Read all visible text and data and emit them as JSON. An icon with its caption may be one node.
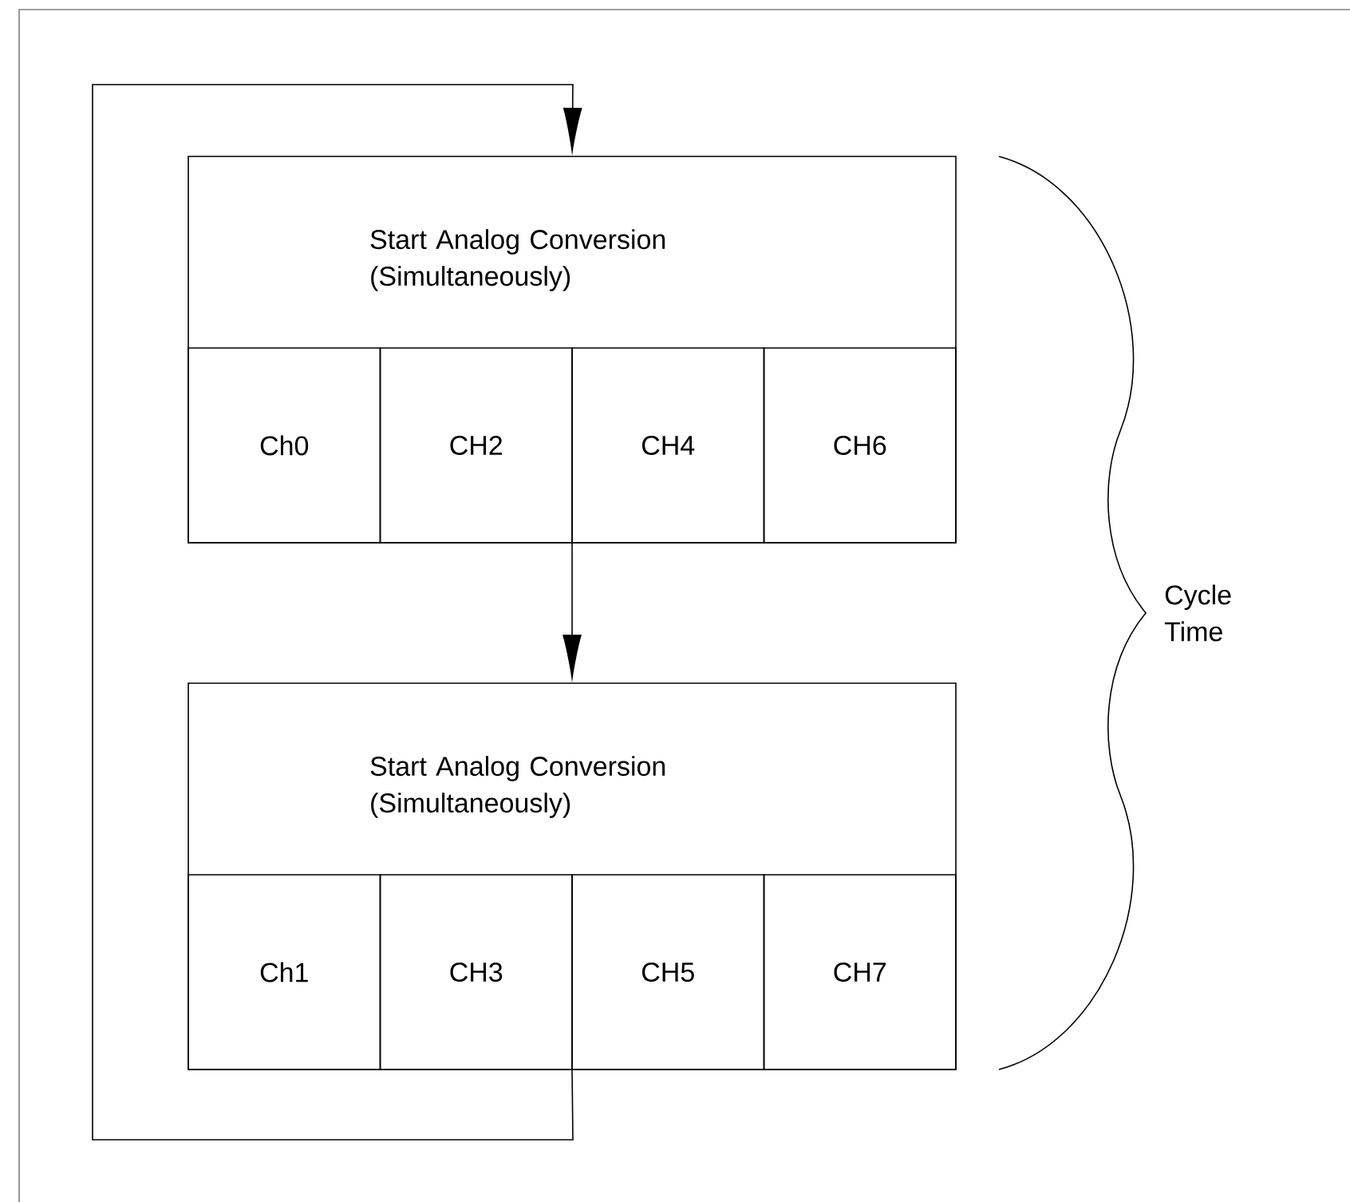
{
  "diagram": {
    "nodes": [
      {
        "text": [
          "Start Analog Conversion (Simultaneously)"
        ]
      },
      {
        "text": [
          "Ch0"
        ],
        "in": 0
      },
      {
        "text": [
          "CH2"
        ],
        "in": 0
      },
      {
        "text": [
          "CH4"
        ],
        "in": 0
      },
      {
        "text": [
          "CH6"
        ],
        "in": 0
      },
      {
        "text": [
          "Start Analog Conversion (Simultaneously)"
        ]
      },
      {
        "text": [
          "Ch1"
        ],
        "in": 5
      },
      {
        "text": [
          "CH3"
        ],
        "in": 5
      },
      {
        "text": [
          "CH5"
        ],
        "in": 5
      },
      {
        "text": [
          "CH7"
        ],
        "in": 5
      }
    ],
    "edges": [
      {
        "from": 0,
        "to": 5,
        "arrow": "to"
      },
      {
        "from": 5,
        "to": 0,
        "arrow": "to"
      }
    ],
    "labels": [
      "Cycle Time"
    ]
  }
}
